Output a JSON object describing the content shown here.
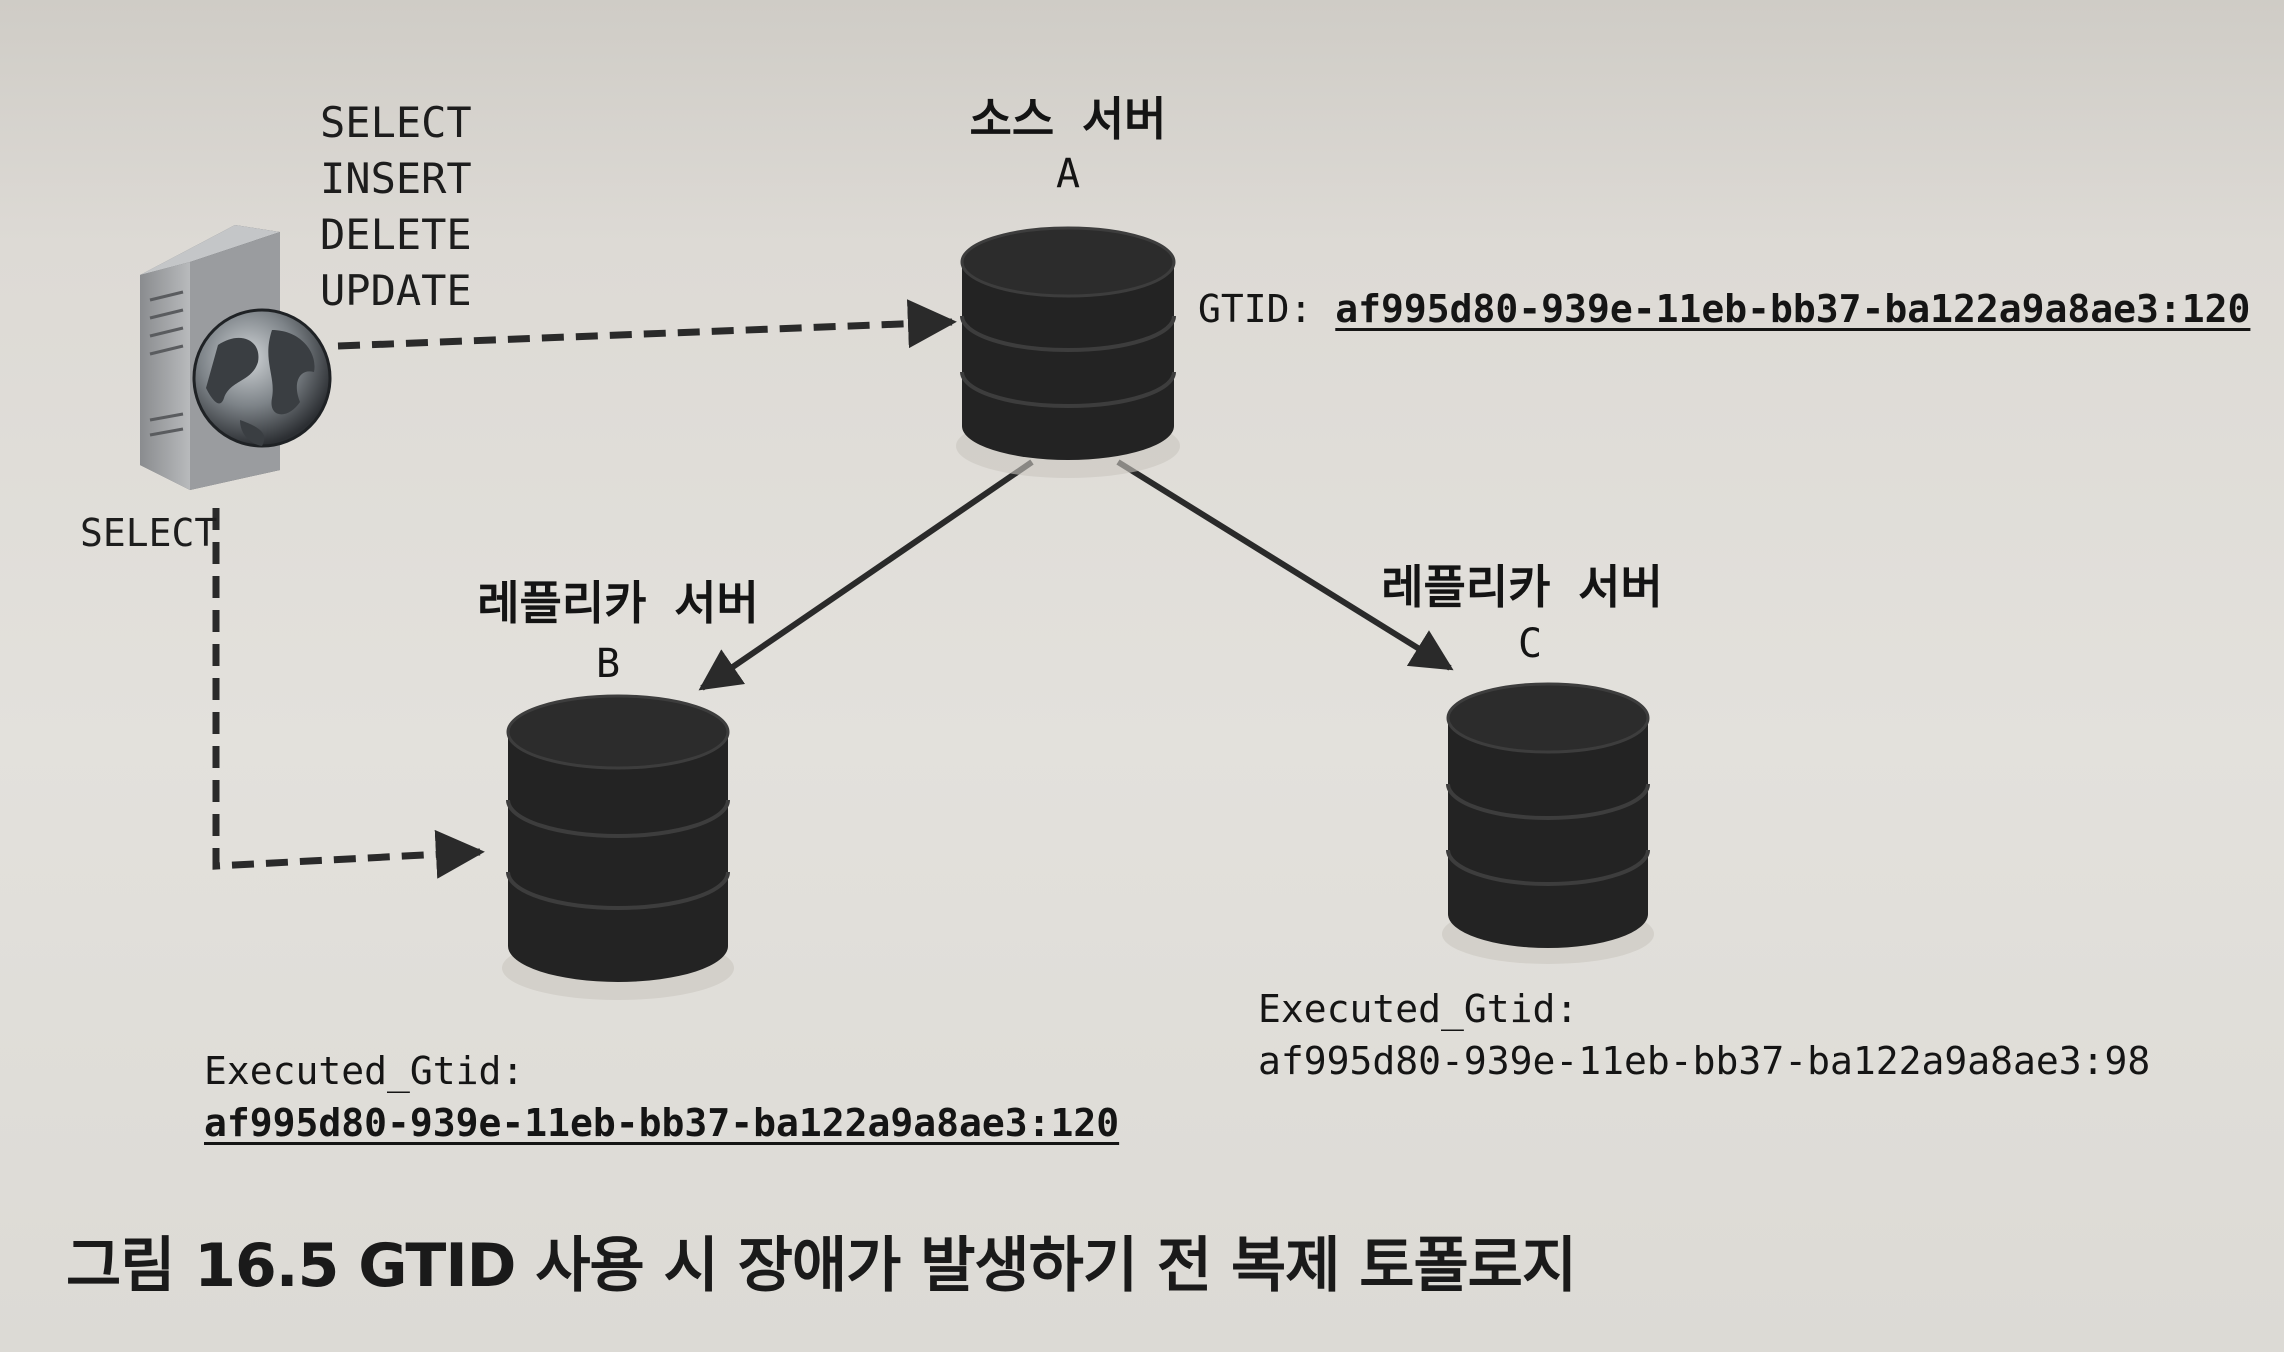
{
  "client": {
    "queries": [
      "SELECT",
      "INSERT",
      "DELETE",
      "UPDATE"
    ],
    "replica_query": "SELECT"
  },
  "servers": {
    "a": {
      "title": "소스 서버",
      "letter": "A",
      "gtid_label": "GTID:",
      "gtid_value": "af995d80-939e-11eb-bb37-ba122a9a8ae3:120"
    },
    "b": {
      "title": "레플리카 서버",
      "letter": "B",
      "executed_label": "Executed_Gtid:",
      "executed_value": "af995d80-939e-11eb-bb37-ba122a9a8ae3:120"
    },
    "c": {
      "title": "레플리카 서버",
      "letter": "C",
      "executed_label": "Executed_Gtid:",
      "executed_value": "af995d80-939e-11eb-bb37-ba122a9a8ae3:98"
    }
  },
  "caption": "그림 16.5 GTID 사용 시 장애가 발생하기 전 복제 토폴로지",
  "colors": {
    "cylinder": "#232323",
    "arrow": "#2a2a2a"
  }
}
